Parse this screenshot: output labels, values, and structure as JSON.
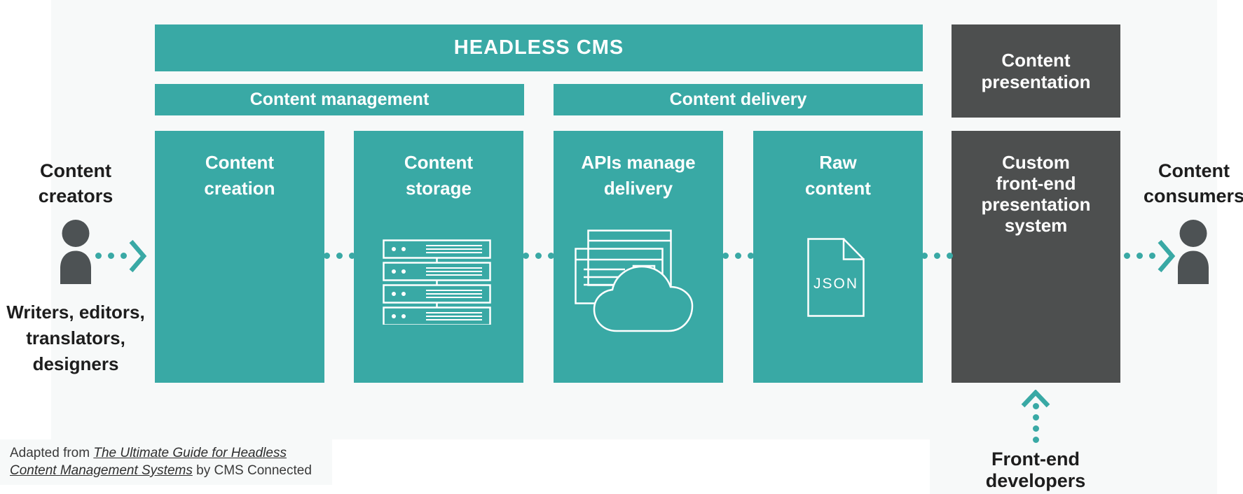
{
  "colors": {
    "teal": "#39a9a5",
    "dark_gray": "#4d4f4f",
    "panel_gray": "#f7f9f9",
    "text_black": "#1d1d1d",
    "white": "#ffffff"
  },
  "banner": {
    "title": "HEADLESS CMS"
  },
  "group_bars": {
    "management": "Content management",
    "delivery": "Content delivery"
  },
  "presentation_header": {
    "label": "Content\npresentation"
  },
  "stages": [
    {
      "label": "Content\ncreation",
      "icon": "none"
    },
    {
      "label": "Content\nstorage",
      "icon": "server-stack-icon"
    },
    {
      "label": "APIs manage\ndelivery",
      "icon": "browser-cloud-icon"
    },
    {
      "label": "Raw\ncontent",
      "icon": "json-file-icon",
      "icon_text": "JSON"
    }
  ],
  "presentation_box": {
    "label": "Custom\nfront-end\npresentation\nsystem"
  },
  "left_actor": {
    "title": "Content\ncreators",
    "subtitle": "Writers, editors,\ntranslators,\ndesigners",
    "icon": "person-icon"
  },
  "right_actor": {
    "title": "Content\nconsumers",
    "icon": "person-icon"
  },
  "bottom_actor": {
    "title": "Front-end\ndevelopers",
    "icon": "dotted-arrow-up-icon"
  },
  "attribution": {
    "prefix": "Adapted from ",
    "link_text": "The Ultimate Guide for Headless Content Management Systems",
    "suffix": " by CMS Connected"
  }
}
